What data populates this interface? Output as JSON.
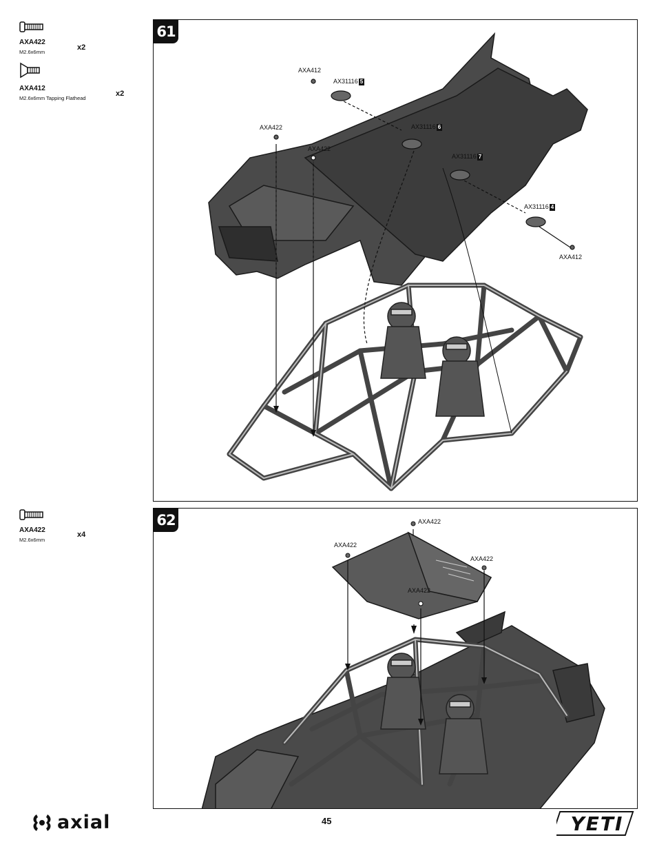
{
  "parts_step61": [
    {
      "name": "AXA422",
      "desc": "M2.6x6mm",
      "qty": "x2",
      "icon": "button-head-screw-icon"
    },
    {
      "name": "AXA412",
      "desc": "M2.6x6mm Tapping Flathead",
      "qty": "x2",
      "icon": "flathead-screw-icon"
    }
  ],
  "parts_step62": [
    {
      "name": "AXA422",
      "desc": "M2.6x6mm",
      "qty": "x4",
      "icon": "button-head-screw-icon"
    }
  ],
  "step61": {
    "number": "61",
    "callouts": {
      "axa412_top": "AXA412",
      "ax31116_5": {
        "code": "AX31116",
        "num": "5"
      },
      "axa422_left": "AXA422",
      "ax31116_6": {
        "code": "AX31116",
        "num": "6"
      },
      "axa422_mid": "AXA422",
      "ax31116_7": {
        "code": "AX31116",
        "num": "7"
      },
      "ax31116_4": {
        "code": "AX31116",
        "num": "4"
      },
      "axa412_right": "AXA412"
    }
  },
  "step62": {
    "number": "62",
    "callouts": {
      "axa422_top": "AXA422",
      "axa422_left": "AXA422",
      "axa422_right": "AXA422",
      "axa422_center": "AXA422"
    }
  },
  "footer": {
    "brand": "axial",
    "page_number": "45",
    "product_logo": "YETI"
  }
}
